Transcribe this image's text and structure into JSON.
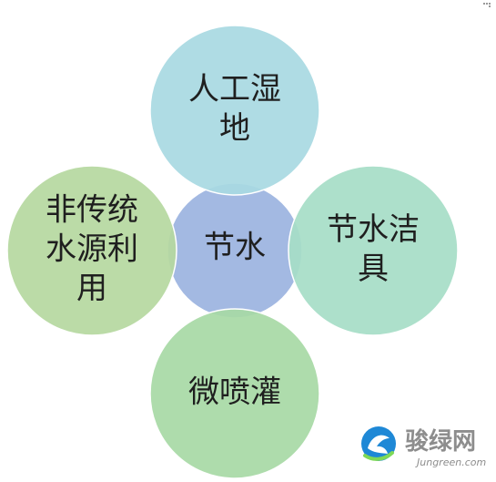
{
  "diagram": {
    "center": {
      "text": "节水",
      "fill": "#9BB3DF"
    },
    "nodes": [
      {
        "id": "top",
        "lines": [
          "人工湿",
          "地"
        ],
        "fill": "#A8D9E2"
      },
      {
        "id": "right",
        "lines": [
          "节水洁",
          "具"
        ],
        "fill": "#A6DDC7"
      },
      {
        "id": "bottom",
        "lines": [
          "微喷灌"
        ],
        "fill": "#A7D9A5"
      },
      {
        "id": "left",
        "lines": [
          "非传统",
          "水源利",
          "用"
        ],
        "fill": "#B5D8A0"
      }
    ],
    "outline": "#ffffff"
  },
  "watermark": {
    "name": "骏绿网",
    "domain": "Jungreen.com",
    "logo_fill": "#1E88D6"
  }
}
